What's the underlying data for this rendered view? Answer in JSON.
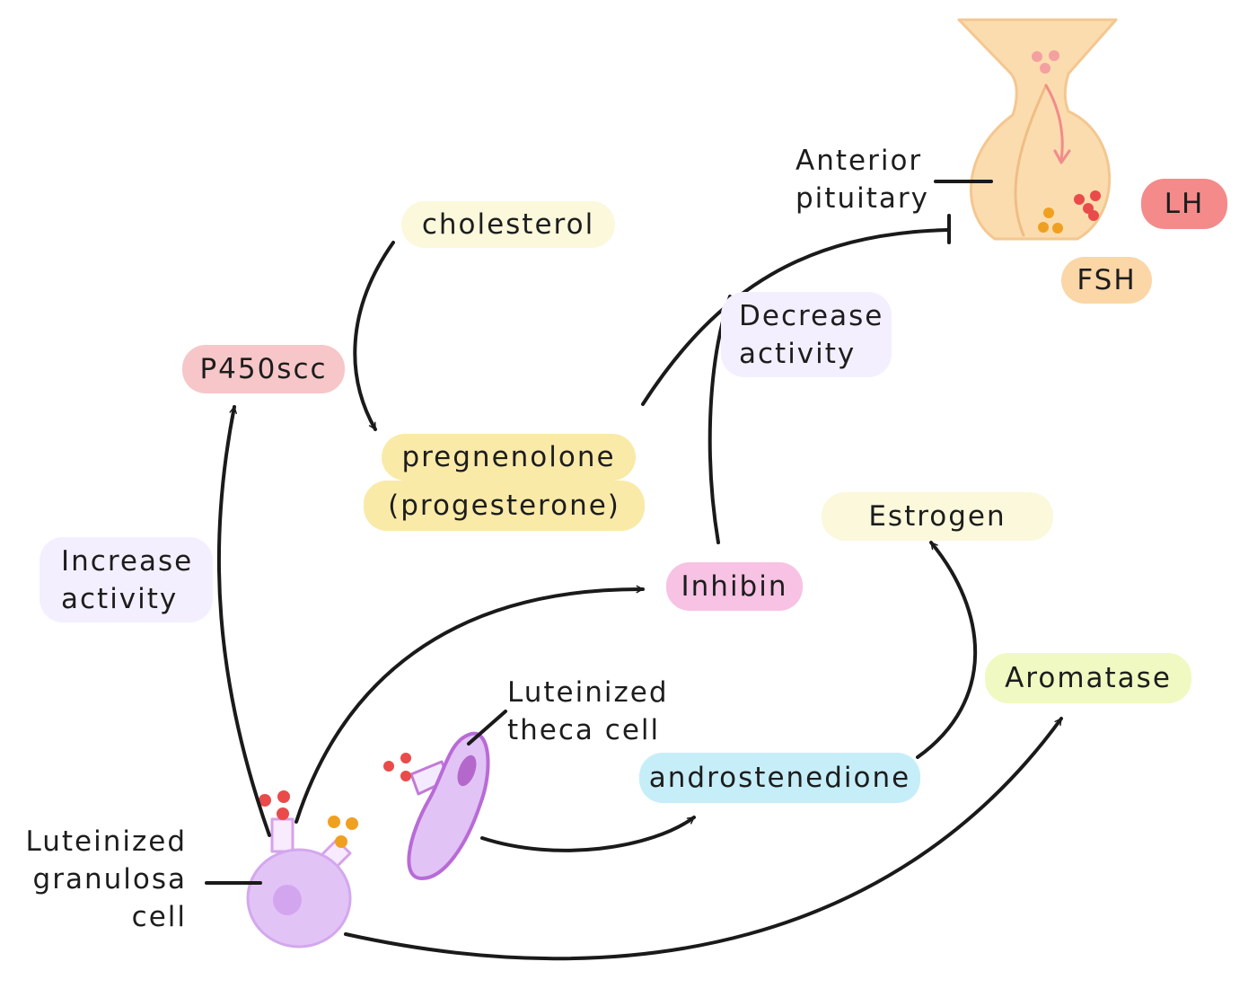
{
  "colors": {
    "pink": "#f7c6c8",
    "pale_yellow": "#fbf8dc",
    "yellow": "#faeaa8",
    "lavender": "#f4efff",
    "magenta_pink": "#f7c2e3",
    "light_blue": "#c6eef9",
    "yellow_green": "#f0f9c2",
    "red": "#f58a8a",
    "orange": "#fbd6a6",
    "cell_purple": "#e2c3f6",
    "pituitary": "#fbdcaf",
    "hormone_red": "#e94b4b",
    "hormone_orange": "#f0a020",
    "arrow": "#1a1a1a"
  },
  "labels": {
    "cholesterol": "cholesterol",
    "p450scc": "P450scc",
    "pregnenolone_line1": "pregnenolone",
    "pregnenolone_line2": "(progesterone)",
    "increase_line1": "Increase",
    "increase_line2": "activity",
    "decrease_line1": "Decrease",
    "decrease_line2": "activity",
    "inhibin": "Inhibin",
    "estrogen": "Estrogen",
    "aromatase": "Aromatase",
    "androstenedione": "androstenedione",
    "lh": "LH",
    "fsh": "FSH",
    "anterior_line1": "Anterior",
    "anterior_line2": "pituitary",
    "theca_line1": "Luteinized",
    "theca_line2": "theca cell",
    "granulosa_line1": "Luteinized",
    "granulosa_line2": "granulosa",
    "granulosa_line3": "cell"
  },
  "icons": [
    "anterior-pituitary-icon",
    "theca-cell-icon",
    "granulosa-cell-icon"
  ]
}
